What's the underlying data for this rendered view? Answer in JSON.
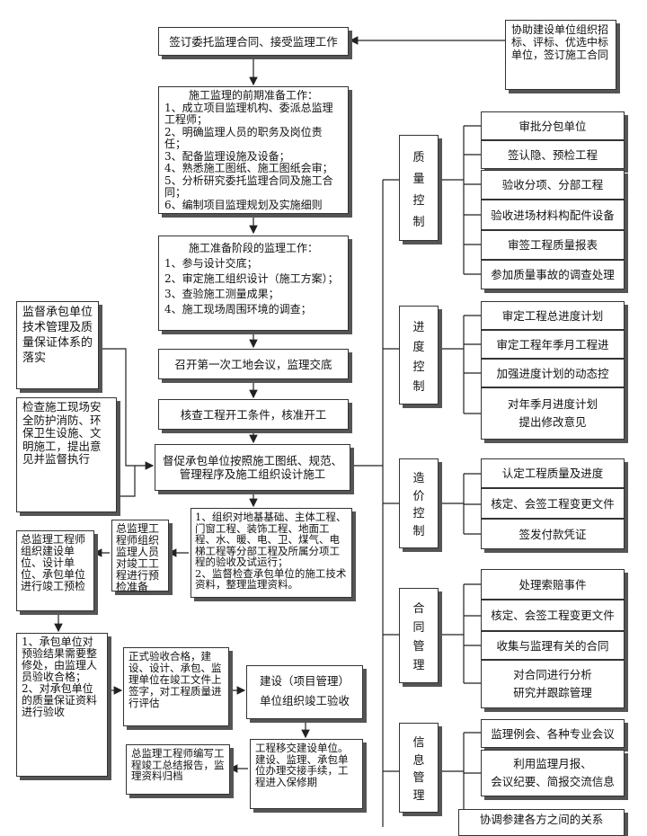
{
  "flow": {
    "sign_contract": "签订委托监理合同、接受监理工作",
    "assist_owner": "协助建设单位组织招标、评标、优选中标单位，签订施工合同",
    "prep_work": {
      "title": "施工监理的前期准备工作：",
      "items": [
        "1、成立项目监理机构、委派总监理工程师；",
        "2、明确监理人员的职务及岗位责任；",
        "3、配备监理设施及设备；",
        "4、熟悉施工图纸、施工图纸会审；",
        "5、分析研究委托监理合同及施工合同；",
        "6、编制项目监理规划及实施细则"
      ]
    },
    "prep_stage": {
      "title": "施工准备阶段的监理工作：",
      "items": [
        "1、参与设计交底；",
        "2、审定施工组织设计（施工方案）；",
        "3、查验施工测量成果；",
        "4、施工现场周围环境的调查；"
      ]
    },
    "first_meeting": "召开第一次工地会议，监理交底",
    "check_start": "核查工程开工条件，核准开工",
    "supervise_construction": "督促承包单位按照施工图纸、规范、管理程序及施工组织设计施工",
    "left_quality_system": "监督承包单位技术管理及质量保证体系的落实",
    "left_safety": "检查施工现场安全防护消防、环保卫生设施、文明施工，提出意见并监督执行",
    "acceptance_work": "1、组织对地基基础、主体工程、门窗工程、装饰工程、地面工程、水、暖、电、卫、煤气、电梯工程等分部工程及所属分项工程的验收及试运行；\n2、监督检查承包单位的施工技术资料，整理监理资料。",
    "chief_org_preinspect": "总监理工程师组织监理人员对竣工工程进行预检准备",
    "chief_org_units": "总监理工程师组织建设单位、设计单位、承包单位进行竣工预检",
    "rectify": "1、承包单位对预验结果需要整修处，由监理人员验收合格；\n2、对承包单位的质量保证资料进行验收",
    "formal_acceptance": "正式验收合格，建设、设计、承包、监理单位在竣工文件上签字，对工程质量进行评估",
    "owner_acceptance": {
      "line1": "建设（项目管理）",
      "line2": "单位组织竣工验收"
    },
    "handover": "工程移交建设单位。建设、监理、承包单位办理交接手续，工程进入保修期",
    "summary_report": "总监理工程师编写工程竣工总结报告，监理资料归档"
  },
  "controls": [
    {
      "label_chars": [
        "质",
        "量",
        "控",
        "制"
      ],
      "items": [
        "审批分包单位",
        "签认隐、预检工程",
        "验收分项、分部工程",
        "验收进场材料构配件设备",
        "审签工程质量报表",
        "参加质量事故的调查处理"
      ]
    },
    {
      "label_chars": [
        "进",
        "度",
        "控",
        "制"
      ],
      "items": [
        "审定工程总进度计划",
        "审定工程年季月工程进",
        "加强进度计划的动态控",
        "对年季月进度计划\n提出修改意见"
      ]
    },
    {
      "label_chars": [
        "造",
        "价",
        "控",
        "制"
      ],
      "items": [
        "认定工程质量及进度",
        "核定、会签工程变更文件",
        "签发付款凭证"
      ]
    },
    {
      "label_chars": [
        "合",
        "同",
        "管",
        "理"
      ],
      "items": [
        "处理索赔事件",
        "核定、会签工程变更文件",
        "收集与监理有关的合同",
        "对合同进行分析\n研究并跟踪管理"
      ]
    },
    {
      "label_chars": [
        "信",
        "息",
        "管",
        "理"
      ],
      "items": [
        "监理例会、各种专业会议",
        "利用监理月报、\n会议纪要、简报交流信息",
        "协调参建各方之间的关系"
      ]
    }
  ]
}
